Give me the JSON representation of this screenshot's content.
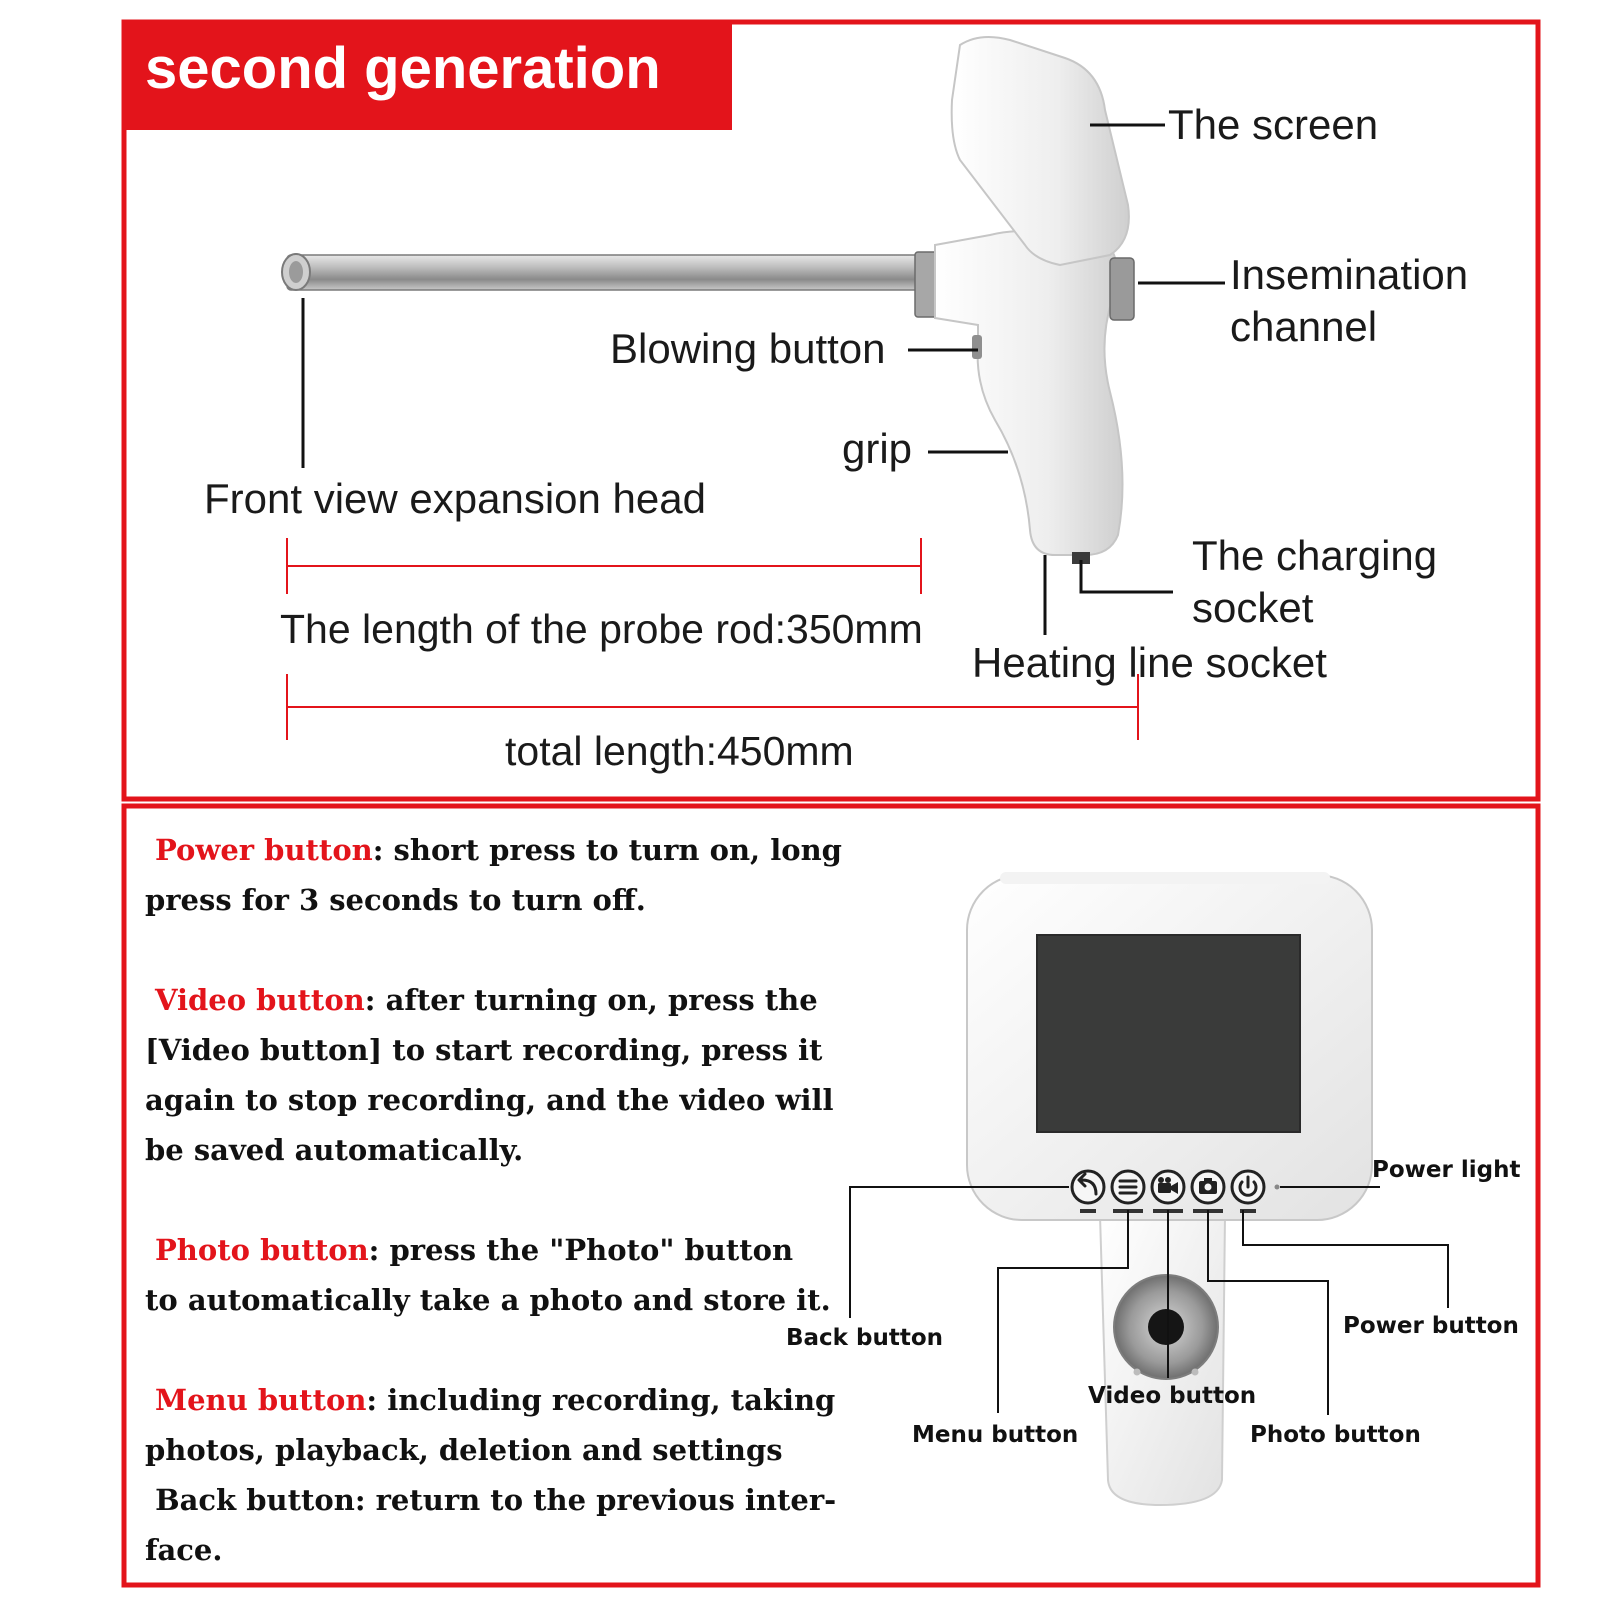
{
  "title": "second generation",
  "colors": {
    "frame": "#e3141b",
    "accent": "#e3141b",
    "text": "#1a1a1a",
    "screen": "#3a3b3a"
  },
  "top_labels": {
    "screen": "The screen",
    "insemination_1": "Insemination",
    "insemination_2": "channel",
    "blowing": "Blowing button",
    "grip": "grip",
    "front_head": "Front view expansion head",
    "charging_1": "The charging",
    "charging_2": "socket",
    "heating": "Heating line socket",
    "probe_length": "The length of the probe rod:350mm",
    "total_length": "total length:450mm"
  },
  "descriptions": {
    "power_name": "Power button",
    "power_l1": ": short press to turn on, long",
    "power_l2": "press for 3 seconds to turn off.",
    "video_name": "Video button",
    "video_l1": ": after turning on, press the",
    "video_l2": "[Video button] to start recording, press it",
    "video_l3": "again to stop recording, and the video will",
    "video_l4": "be saved automatically.",
    "photo_name": "Photo button",
    "photo_l1": ": press the \"Photo\" button",
    "photo_l2": "to automatically take a photo and store it.",
    "menu_name": "Menu button",
    "menu_l1": ": including recording, taking",
    "menu_l2": "photos, playback, deletion and settings",
    "back_l1": " Back button: return to the previous inter-",
    "back_l2": "face."
  },
  "device_labels": {
    "power_light": "Power light",
    "back": "Back button",
    "power": "Power button",
    "video": "Video button",
    "menu": "Menu button",
    "photo": "Photo button"
  },
  "icons": [
    "back-arrow-icon",
    "menu-lines-icon",
    "video-camera-icon",
    "photo-camera-icon",
    "power-icon"
  ]
}
